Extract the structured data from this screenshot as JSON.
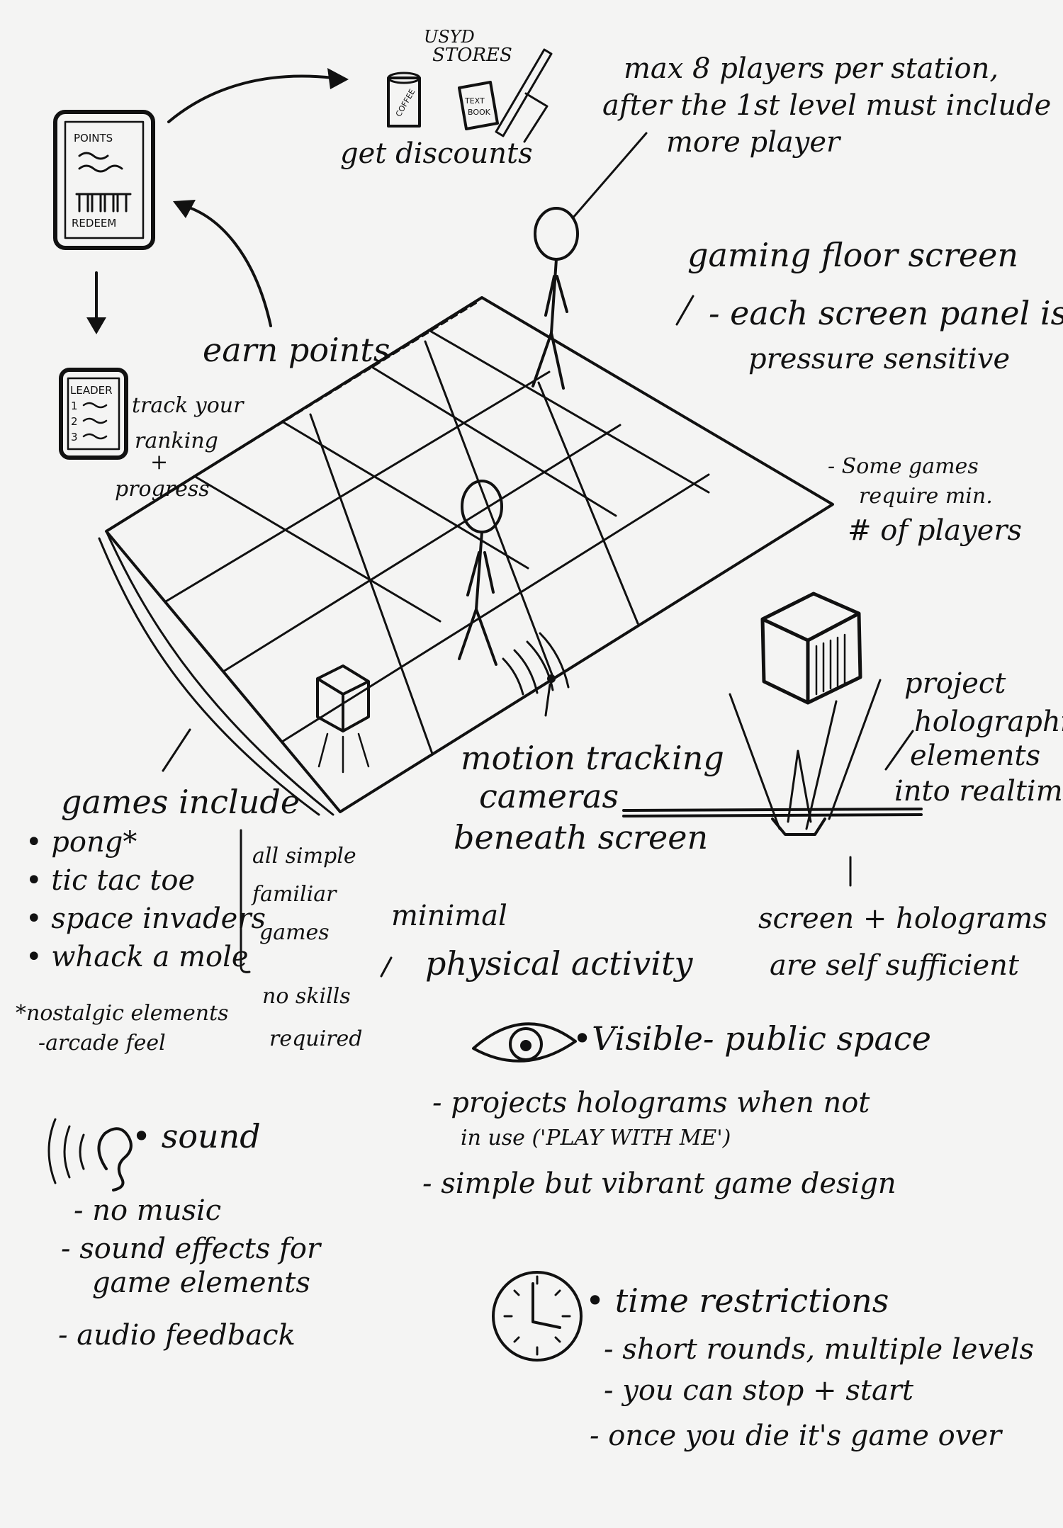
{
  "phone_points": {
    "header": "POINTS",
    "button": "REDEEM"
  },
  "phone_leader": {
    "header": "LEADER",
    "rows": [
      "1",
      "2",
      "3"
    ]
  },
  "stores": {
    "title_line1": "USYD",
    "title_line2": "STORES",
    "item_coffee": "COFFEE",
    "item_textbook_line1": "TEXT",
    "item_textbook_line2": "BOOK",
    "caption": "get discounts"
  },
  "labels": {
    "earn_points": "earn points",
    "track_line1": "track your",
    "track_line2": "ranking",
    "track_line3": "+",
    "track_line4": "progress"
  },
  "players_note": {
    "line1": "max 8 players per station,",
    "line2": "after the 1st level must include",
    "line3": "more player"
  },
  "floor_note": {
    "line1": "gaming floor screen",
    "line2": "- each screen panel is",
    "line3": "pressure sensitive"
  },
  "min_players_note": {
    "line1": "- Some games",
    "line2": "require min.",
    "line3": "# of players"
  },
  "hologram_note": {
    "line1": "project",
    "line2": "holographic",
    "line3": "elements",
    "line4": "into realtime"
  },
  "camera_note": {
    "line1": "motion tracking",
    "line2": "cameras",
    "line3": "beneath screen"
  },
  "games": {
    "title": "games include",
    "items": [
      "• pong*",
      "• tic tac toe",
      "• space invaders",
      "• whack a mole"
    ],
    "footnote_line1": "*nostalgic elements",
    "footnote_line2": "-arcade feel"
  },
  "simple_note": {
    "line1": "all simple",
    "line2": "familiar",
    "line3": "games",
    "line4": "no skills",
    "line5": "required"
  },
  "activity_note": {
    "line1": "minimal",
    "line2": "physical activity"
  },
  "self_sufficient": {
    "line1": "screen + holograms",
    "line2": "are self sufficient"
  },
  "visible": {
    "heading": "•Visible- public space",
    "line1": "- projects holograms when not",
    "line2": "in use ('PLAY WITH ME')",
    "line3": "- simple but vibrant game design"
  },
  "sound": {
    "heading": "• sound",
    "line1": "- no music",
    "line2": "- sound effects for",
    "line3": "game elements",
    "line4": "- audio feedback"
  },
  "time": {
    "heading": "• time restrictions",
    "line1": "- short rounds, multiple levels",
    "line2": "- you can stop + start",
    "line3": "- once you die it's game over"
  }
}
